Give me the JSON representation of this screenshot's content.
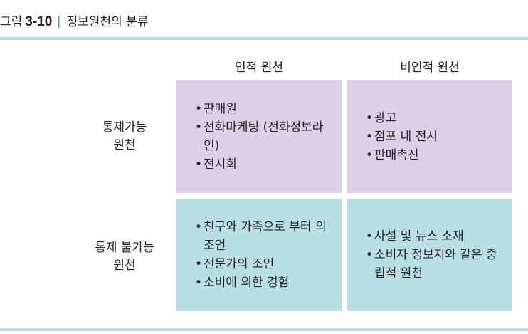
{
  "figure": {
    "label": "그림",
    "number": "3-10",
    "separator": "|",
    "title": "정보원천의 분류"
  },
  "columns": [
    "인적 원천",
    "비인적 원천"
  ],
  "rows": [
    {
      "label_lines": [
        "통제가능",
        "원천"
      ],
      "cells": [
        {
          "items": [
            "판매원",
            "전화마케팅 (전화정보라인)",
            "전시회"
          ]
        },
        {
          "items": [
            "광고",
            "점포 내 전시",
            "판매촉진"
          ]
        }
      ]
    },
    {
      "label_lines": [
        "통제 불가능",
        "원천"
      ],
      "cells": [
        {
          "items": [
            "친구와 가족으로 부터 의 조언",
            "전문가의 조언",
            "소비에 의한 경험"
          ]
        },
        {
          "items": [
            "사설 및 뉴스 소재",
            "소비자 정보지와 같은 중립적 원천"
          ]
        }
      ]
    }
  ],
  "colors": {
    "row1_cell": "#dccfe7",
    "row2_cell": "#b7dfe4",
    "rule": "#b7d6e6",
    "accent": "#4ba0c8"
  }
}
